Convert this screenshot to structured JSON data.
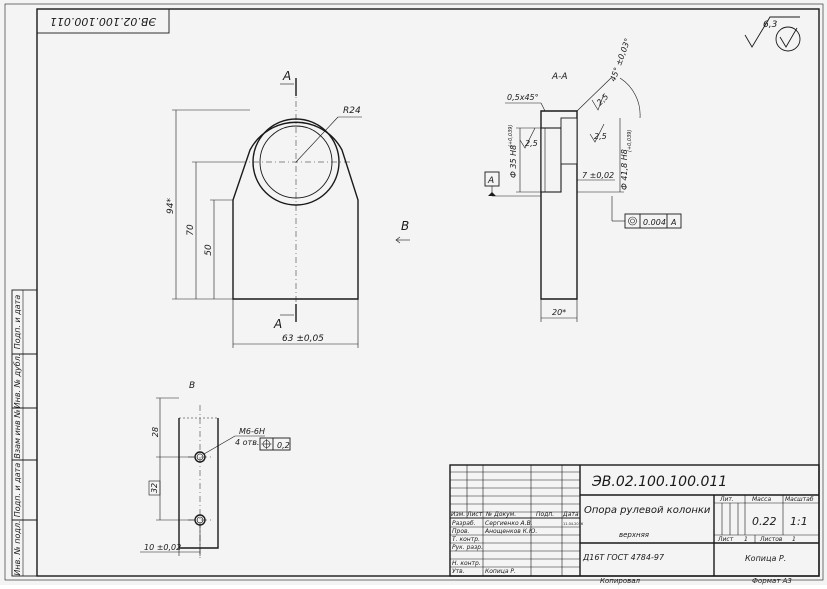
{
  "document": {
    "code_stamp_rotated": "ЭВ.02.100.100.011",
    "designation": "ЭВ.02.100.100.011",
    "part_name": "Опора рулевой колонки",
    "part_subtitle": "верхняя",
    "material": "Д16Т ГОСТ 4784-97",
    "organization": "Копица Р.",
    "copied_label": "Копировал",
    "format_label": "Формат А3"
  },
  "roughness": {
    "value": "6,3"
  },
  "left_strip": {
    "fields": [
      "Подп. и дата",
      "Инв. № дубл.",
      "Взам инв №",
      "Подп. и дата",
      "Инв. № подл."
    ]
  },
  "title_block": {
    "headers": {
      "change": "Изм.",
      "sheet": "Лист",
      "doc_no": "№ Докум.",
      "sign": "Подп.",
      "date": "Дата"
    },
    "rows": [
      {
        "role": "Разраб.",
        "name": "Сергиенко А.В.",
        "date": "11.04.2016"
      },
      {
        "role": "Пров.",
        "name": "Анощенков К.Ю.",
        "date": ""
      },
      {
        "role": "Т. контр.",
        "name": "",
        "date": ""
      },
      {
        "role": "Рук. разр.",
        "name": "",
        "date": ""
      },
      {
        "role": "Н. контр.",
        "name": "",
        "date": ""
      },
      {
        "role": "Утв.",
        "name": "Копица Р.",
        "date": ""
      }
    ],
    "lit_label": "Лит.",
    "mass_label": "Масса",
    "scale_label": "Масштаб",
    "mass_value": "0.22",
    "scale_value": "1:1",
    "sheet_label": "Лист",
    "sheet_value": "1",
    "sheets_label": "Листов",
    "sheets_value": "1"
  },
  "front_view": {
    "section_marker": "А",
    "radius": "R24",
    "dim_height_total": "94*",
    "dim_height_70": "70",
    "dim_height_50": "50",
    "dim_width": "63 ±0,05",
    "view_arrow_label": "В"
  },
  "section_view": {
    "title": "А-А",
    "chamfer": "0,5х45°",
    "angle": "45° ±0,03°",
    "roughness_a": "2,5",
    "roughness_b": "2,5",
    "roughness_c": "2,5",
    "bore_dim": "Ф 35 H8",
    "bore_tol": "(+0,039)",
    "outer_dim": "Ф 41,8 H8",
    "outer_tol": "(+0,039)",
    "depth_dim": "7 ±0,02",
    "width_dim": "20*",
    "datum": "А",
    "tolerance_value": "0.004",
    "tolerance_datum": "А"
  },
  "view_b": {
    "title": "В",
    "thread": "М6-6Н",
    "holes": "4 отв.",
    "position_tol": "0,2",
    "dim_28": "28",
    "dim_32": "32",
    "dim_10": "10 ±0,02"
  }
}
